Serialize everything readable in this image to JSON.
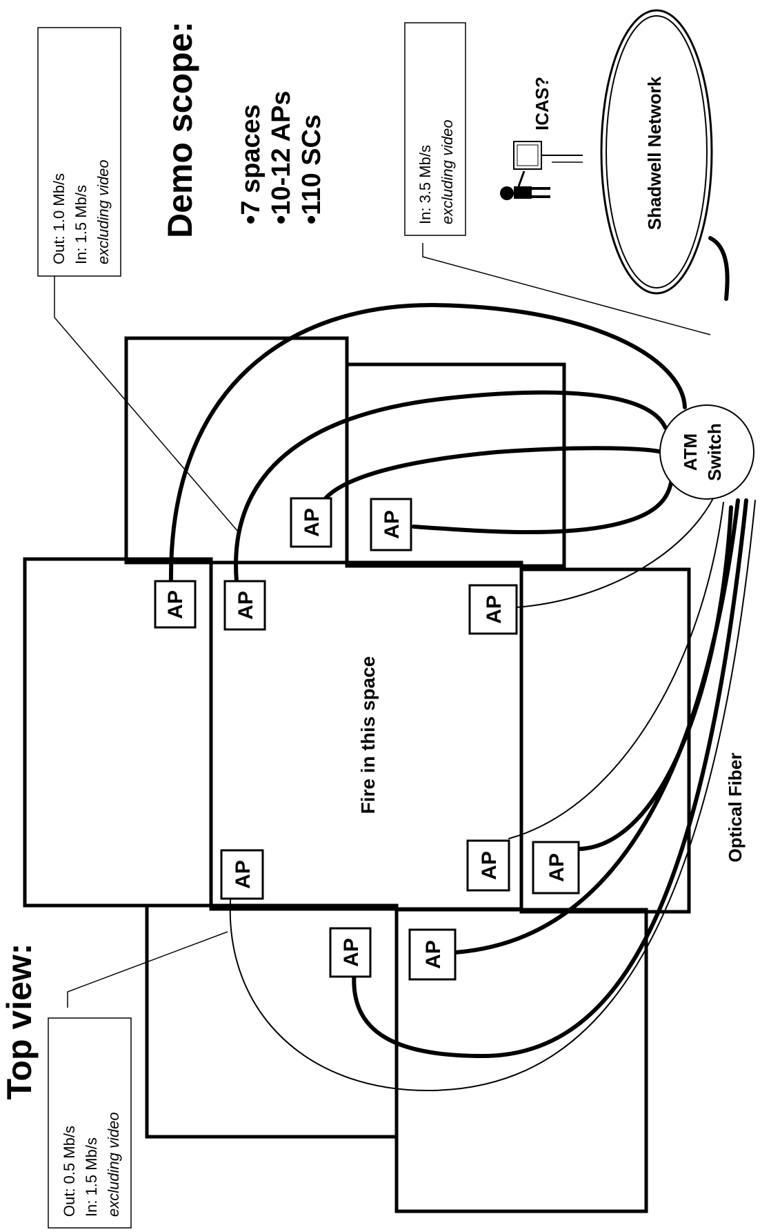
{
  "top_view_label": "Top view:",
  "demo_scope": {
    "title": "Demo scope:",
    "bullets": [
      "•7 spaces",
      "•10-12 APs",
      "•110 SCs"
    ]
  },
  "callouts": {
    "upper_left": {
      "line1": "Out: 1.0 Mb/s",
      "line2": "In:   1.5 Mb/s",
      "line3": "excluding video"
    },
    "upper_right": {
      "line1": "In:  3.5 Mb/s",
      "line2": "excluding video"
    },
    "lower": {
      "line1": "Out: 0.5 Mb/s",
      "line2": "In:    1.5 Mb/s",
      "line3": "excluding video"
    }
  },
  "ap_label": "AP",
  "fire_label": "Fire in this space",
  "atm_switch": {
    "line1": "ATM",
    "line2": "Switch"
  },
  "shadwell_network": "Shadwell Network",
  "icas_label": "ICAS?",
  "optical_fiber_label": "Optical Fiber"
}
